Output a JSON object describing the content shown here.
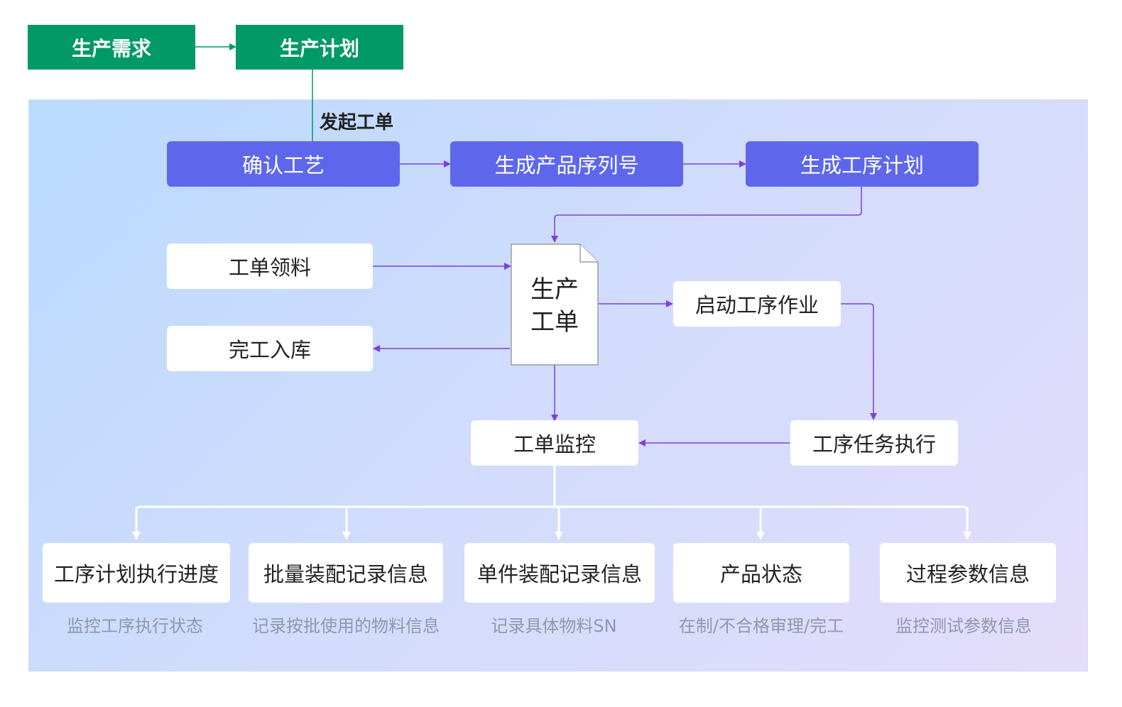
{
  "top": {
    "demand": "生产需求",
    "plan": "生产计划",
    "launch_label": "发起工单"
  },
  "process": {
    "confirm": "确认工艺",
    "serial": "生成产品序列号",
    "step_plan": "生成工序计划"
  },
  "center": {
    "pick": "工单领料",
    "stock_in": "完工入库",
    "doc_line1": "生产",
    "doc_line2": "工单",
    "start_op": "启动工序作业",
    "monitor": "工单监控",
    "task_exec": "工序任务执行"
  },
  "outputs": [
    {
      "title": "工序计划执行进度",
      "desc": "监控工序执行状态"
    },
    {
      "title": "批量装配记录信息",
      "desc": "记录按批使用的物料信息"
    },
    {
      "title": "单件装配记录信息",
      "desc": "记录具体物料SN"
    },
    {
      "title": "产品状态",
      "desc": "在制/不合格审理/完工"
    },
    {
      "title": "过程参数信息",
      "desc": "监控测试参数信息"
    }
  ],
  "colors": {
    "green": "#019966",
    "blue": "#5e67ec",
    "arrow_purple": "#7b3fe0",
    "arrow_green": "#019966",
    "arrow_white": "#ffffff"
  }
}
